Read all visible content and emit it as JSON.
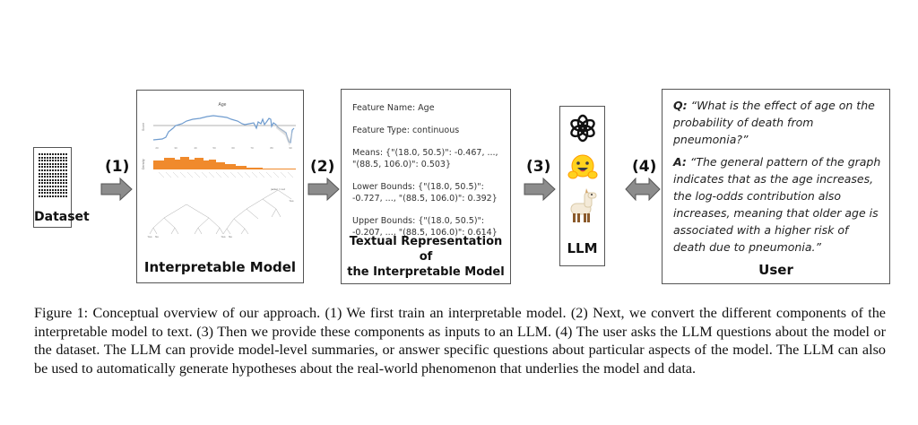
{
  "figure": {
    "steps": [
      "(1)",
      "(2)",
      "(3)",
      "(4)"
    ],
    "dataset": {
      "label": "Dataset",
      "icon": "document-table-icon"
    },
    "interpretable_model": {
      "label": "Interpretable Model",
      "plot_title": "Age",
      "plot_ylabel": "Score",
      "hist_ylabel": "Density",
      "x_ticks": [
        "20",
        "30",
        "40",
        "50",
        "60",
        "70",
        "80",
        "90"
      ],
      "tree_root_label": "jacket = red",
      "tree_leaf_labels": [
        "Yes",
        "No"
      ]
    },
    "textual_representation": {
      "lines": [
        "Feature Name: Age",
        "Feature Type: continuous",
        "Means: {\"(18.0, 50.5)\": -0.467, ..., \"(88.5, 106.0)\": 0.503}",
        "Lower Bounds: {\"(18.0, 50.5)\": -0.727, ..., \"(88.5, 106.0)\": 0.392}",
        "Upper Bounds: {\"(18.0, 50.5)\": -0.207, ..., \"(88.5, 106.0)\": 0.614}"
      ],
      "title_line1": "Textual Representation  of",
      "title_line2": "the Interpretable Model"
    },
    "llm": {
      "label": "LLM",
      "icons": [
        "openai-logo-icon",
        "hugging-face-icon",
        "llama-icon"
      ]
    },
    "user": {
      "q_prefix": "Q:",
      "question": " “What is the effect of age on the probability of death from pneumonia?”",
      "a_prefix": "A:",
      "answer": " “The general pattern of the graph indicates that as the age increases, the log-odds contribution also increases, meaning that older age is associated with a higher risk of death due to pneumonia.”",
      "label": "User"
    },
    "colors": {
      "line": "#6f9ccf",
      "histogram": "#f08a2c",
      "arrow": "#8c8c8c"
    }
  },
  "caption": "Figure 1: Conceptual overview of our approach. (1) We first train an interpretable model. (2) Next, we convert the different components of the interpretable model to text. (3) Then we provide these components as inputs to an LLM. (4) The user asks the LLM questions about the model or the dataset. The LLM can provide model-level summaries, or answer specific questions about particular aspects of the model. The LLM can also be used to automatically generate hypotheses about the real-world phenomenon that underlies the model and data."
}
